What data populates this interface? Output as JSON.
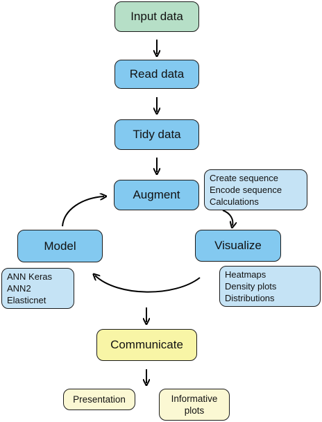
{
  "colors": {
    "green": "#b6dfc7",
    "blue": "#83c9f0",
    "light_blue": "#c5e3f5",
    "yellow": "#f8f5a6",
    "cream": "#fbf8d3"
  },
  "nodes": {
    "input_data": "Input data",
    "read_data": "Read data",
    "tidy_data": "Tidy data",
    "augment": "Augment",
    "model": "Model",
    "visualize": "Visualize",
    "communicate": "Communicate"
  },
  "notes": {
    "augment": [
      "Create sequence",
      "Encode sequence",
      "Calculations"
    ],
    "model": [
      "ANN Keras",
      "ANN2",
      "Elasticnet"
    ],
    "visualize": [
      "Heatmaps",
      "Density plots",
      "Distributions"
    ]
  },
  "outputs": {
    "presentation": "Presentation",
    "informative_plots": [
      "Informative",
      "plots"
    ]
  }
}
